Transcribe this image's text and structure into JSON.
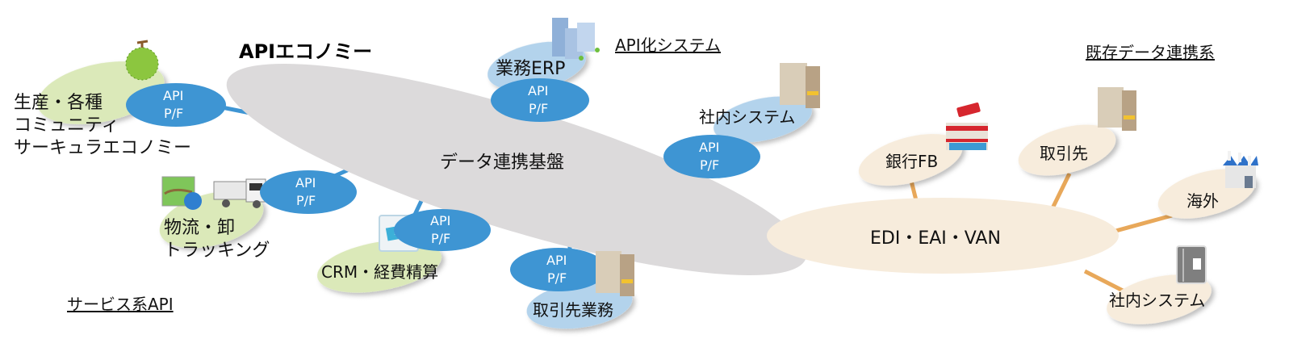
{
  "title": "APIエコノミー",
  "colors": {
    "api_pf": "#3e95d3",
    "gray_platform": "#dcdadb",
    "green_node": "#dbe9b9",
    "blue_node": "#b3d3ec",
    "beige_node": "#f7ecdc",
    "orange_link": "#e8a85a",
    "blue_link": "#3e95d3"
  },
  "sections": {
    "api_systems": "API化システム",
    "existing": "既存データ連携系",
    "service_api": "サービス系API"
  },
  "platform": {
    "label": "データ連携基盤"
  },
  "edi": {
    "label": "EDI・EAI・VAN"
  },
  "api_pf_label": {
    "line1": "API",
    "line2": "P/F"
  },
  "service_nodes": [
    {
      "id": "production",
      "lines": [
        "生産・各種",
        "コミュニティ",
        "サーキュラエコノミー"
      ],
      "icon": "melon-icon"
    },
    {
      "id": "logistics",
      "lines": [
        "物流・卸",
        "トラッキング"
      ],
      "icon": "map-truck-icon"
    },
    {
      "id": "crm",
      "lines": [
        "CRM・経費精算"
      ],
      "icon": "money-icon"
    }
  ],
  "api_nodes": [
    {
      "id": "erp",
      "label": "業務ERP",
      "icon": "office-buildings-icon"
    },
    {
      "id": "internal",
      "label": "社内システム",
      "icon": "building-icon"
    },
    {
      "id": "partner-ops",
      "label": "取引先業務",
      "icon": "building-icon"
    }
  ],
  "existing_nodes": [
    {
      "id": "bank",
      "label": "銀行FB",
      "icon": "bank-icon"
    },
    {
      "id": "partner",
      "label": "取引先",
      "icon": "building-icon"
    },
    {
      "id": "overseas",
      "label": "海外",
      "icon": "factory-icon"
    },
    {
      "id": "internal2",
      "label": "社内システム",
      "icon": "server-icon"
    }
  ]
}
